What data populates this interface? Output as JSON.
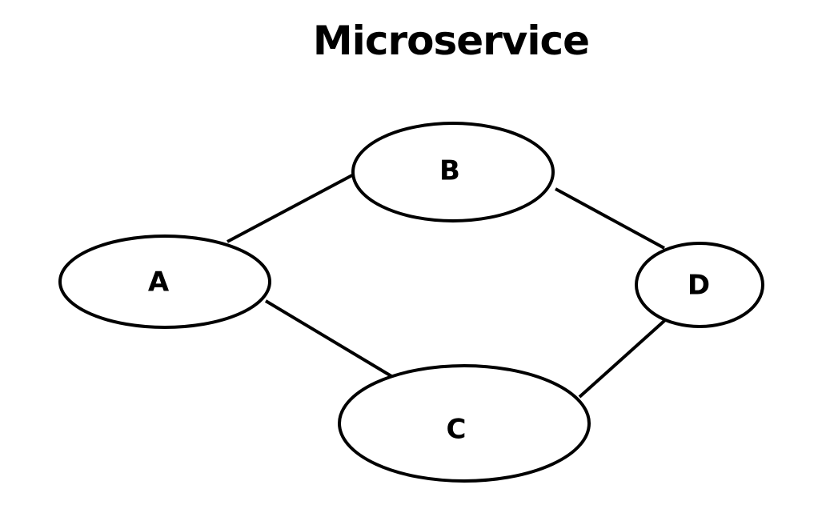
{
  "title": "Microservice",
  "nodes": [
    {
      "id": "A",
      "label": "A"
    },
    {
      "id": "B",
      "label": "B"
    },
    {
      "id": "C",
      "label": "C"
    },
    {
      "id": "D",
      "label": "D"
    }
  ],
  "edges": [
    {
      "from": "A",
      "to": "B"
    },
    {
      "from": "A",
      "to": "C"
    },
    {
      "from": "B",
      "to": "D"
    },
    {
      "from": "C",
      "to": "D"
    }
  ],
  "colors": {
    "stroke": "#000000",
    "background": "#ffffff"
  }
}
